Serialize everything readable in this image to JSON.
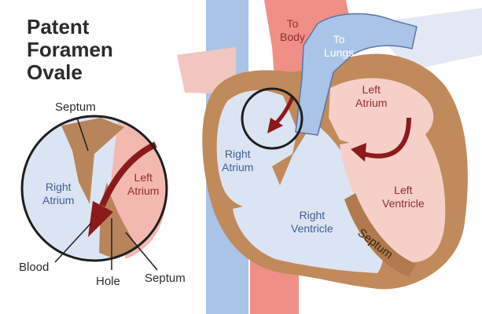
{
  "title": [
    "Patent",
    "Foramen",
    "Ovale"
  ],
  "inset": {
    "septum_top": "Septum",
    "right_atrium": [
      "Right",
      "Atrium"
    ],
    "left_atrium": [
      "Left",
      "Atrium"
    ],
    "blood": "Blood",
    "hole": "Hole",
    "septum_bottom": "Septum"
  },
  "heart": {
    "to_body": [
      "To",
      "Body"
    ],
    "to_lungs": [
      "To",
      "Lungs"
    ],
    "left_atrium": [
      "Left",
      "Atrium"
    ],
    "right_atrium": [
      "Right",
      "Atrium"
    ],
    "right_ventricle": [
      "Right",
      "Ventricle"
    ],
    "left_ventricle": [
      "Left",
      "Ventricle"
    ],
    "septum": "Septum"
  },
  "colors": {
    "deoxygenated": "#a9c4e6",
    "oxygenated": "#f3b8b0",
    "wall": "#c08a5b",
    "blood_flow": "#8b1a1a",
    "background": "#ffffff"
  }
}
